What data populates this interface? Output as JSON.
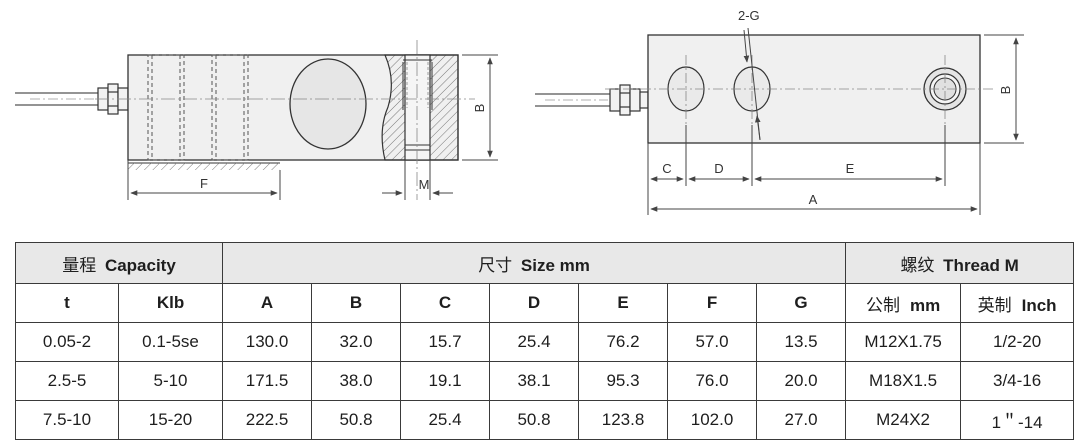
{
  "drawing": {
    "left_view": {
      "dim_B": "B",
      "dim_F": "F",
      "dim_M": "M"
    },
    "right_view": {
      "dim_holes": "2-G",
      "dim_B": "B",
      "dim_C": "C",
      "dim_D": "D",
      "dim_E": "E",
      "dim_A": "A"
    }
  },
  "table": {
    "capacity_header": {
      "cn": "量程",
      "en": "Capacity"
    },
    "size_header": {
      "cn": "尺寸",
      "en": "Size mm"
    },
    "thread_header": {
      "cn": "螺纹",
      "en": "Thread M"
    },
    "columns": {
      "t": "t",
      "klb": "Klb",
      "A": "A",
      "B": "B",
      "C": "C",
      "D": "D",
      "E": "E",
      "F": "F",
      "G": "G",
      "metric": {
        "cn": "公制",
        "en": "mm"
      },
      "imperial": {
        "cn": "英制",
        "en": "Inch"
      }
    },
    "rows": [
      [
        "0.05-2",
        "0.1-5se",
        "130.0",
        "32.0",
        "15.7",
        "25.4",
        "76.2",
        "57.0",
        "13.5",
        "M12X1.75",
        "1/2-20"
      ],
      [
        "2.5-5",
        "5-10",
        "171.5",
        "38.0",
        "19.1",
        "38.1",
        "95.3",
        "76.0",
        "20.0",
        "M18X1.5",
        "3/4-16"
      ],
      [
        "7.5-10",
        "15-20",
        "222.5",
        "50.8",
        "25.4",
        "50.8",
        "123.8",
        "102.0",
        "27.0",
        "M24X2",
        "1＂-14"
      ]
    ]
  }
}
